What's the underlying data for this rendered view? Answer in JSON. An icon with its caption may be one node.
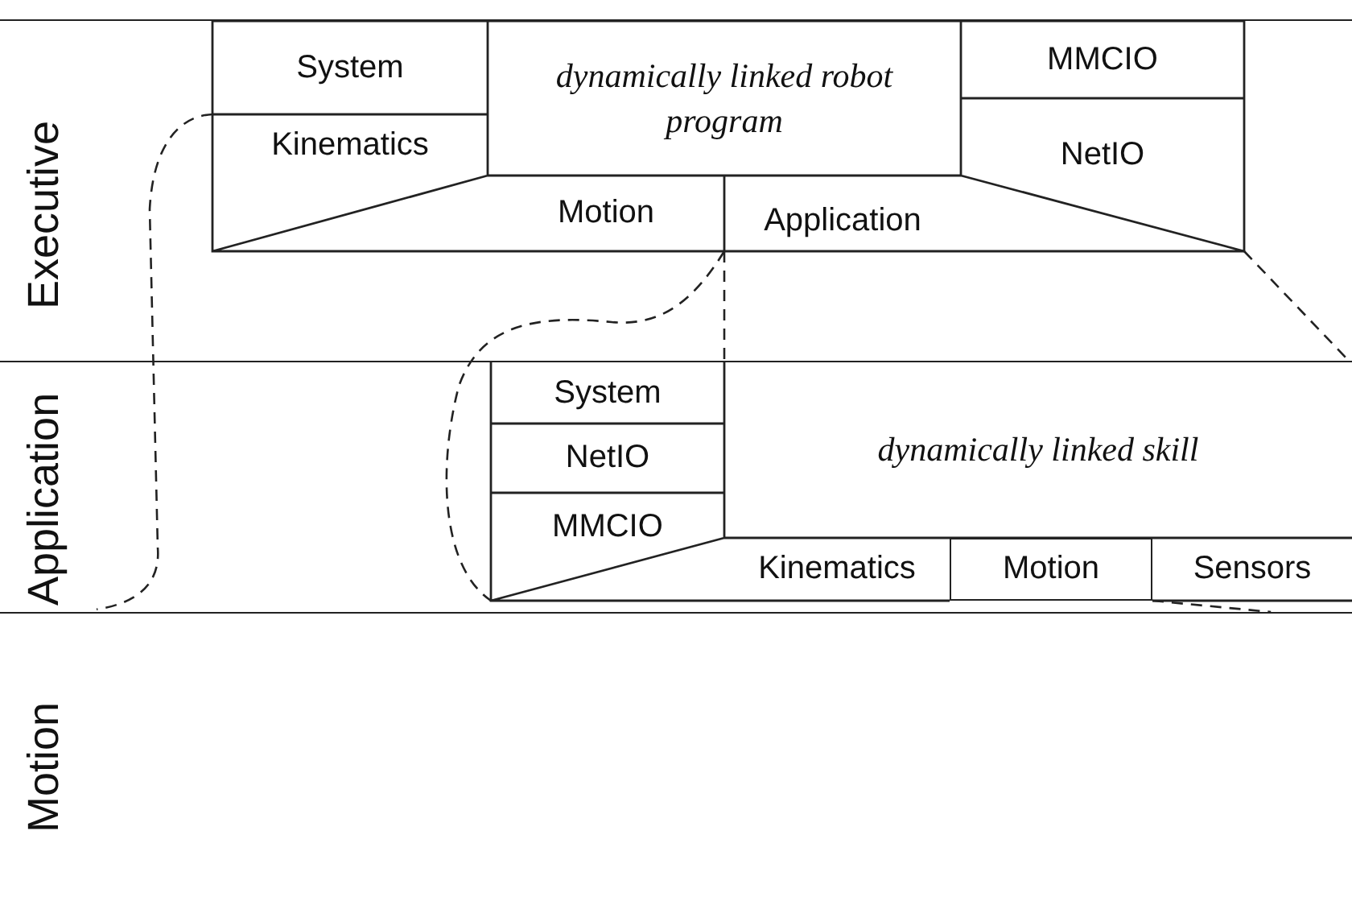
{
  "diagram": {
    "nodes": [
      {
        "text": [
          "Executive"
        ]
      },
      {
        "text": [
          "Application"
        ]
      },
      {
        "text": [
          "Motion"
        ]
      },
      {
        "text": [
          "dynamically linked robot program"
        ],
        "in": 0
      },
      {
        "text": [
          "System"
        ],
        "in": 3
      },
      {
        "text": [
          "Kinematics"
        ],
        "in": 3
      },
      {
        "text": [
          "Motion"
        ],
        "in": 3
      },
      {
        "text": [
          "Application"
        ],
        "in": 3
      },
      {
        "text": [
          "MMCIO"
        ],
        "in": 3
      },
      {
        "text": [
          "NetIO"
        ],
        "in": 3
      },
      {
        "text": [
          "dynamically linked skill"
        ],
        "in": 1
      },
      {
        "text": [
          "System"
        ],
        "in": 10
      },
      {
        "text": [
          "NetIO"
        ],
        "in": 10
      },
      {
        "text": [
          "MMCIO"
        ],
        "in": 10
      },
      {
        "text": [
          "Kinematics"
        ],
        "in": 10
      },
      {
        "text": [
          "Motion"
        ],
        "in": 10
      },
      {
        "text": [
          "Sensors"
        ],
        "in": 10
      }
    ],
    "edges": [
      {
        "from": 7,
        "to": 10,
        "arrow": "none",
        "style": "dashed"
      },
      {
        "from": 7,
        "to": 10,
        "arrow": "none",
        "style": "dashed"
      },
      {
        "from": 3,
        "to": 1,
        "arrow": "none",
        "style": "dashed"
      },
      {
        "from": 3,
        "to": 1,
        "arrow": "none",
        "style": "dashed"
      },
      {
        "from": 15,
        "to": 2,
        "arrow": "none",
        "style": "dashed"
      }
    ]
  }
}
